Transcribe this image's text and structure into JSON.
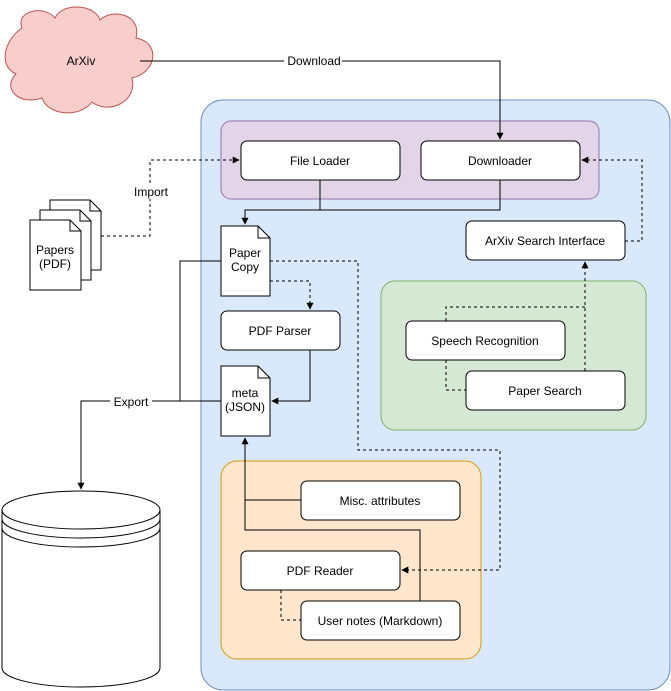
{
  "nodes": {
    "arxiv": "ArXiv",
    "papers_line1": "Papers",
    "papers_line2": "(PDF)",
    "file_loader": "File Loader",
    "downloader": "Downloader",
    "arxiv_search": "ArXiv Search Interface",
    "paper_copy_line1": "Paper",
    "paper_copy_line2": "Copy",
    "pdf_parser": "PDF Parser",
    "meta_line1": "meta",
    "meta_line2": "(JSON)",
    "speech_recognition": "Speech Recognition",
    "paper_search": "Paper Search",
    "misc_attributes": "Misc. attributes",
    "pdf_reader": "PDF Reader",
    "user_notes": "User notes (Markdown)"
  },
  "edges": {
    "download": "Download",
    "import": "Import",
    "export": "Export"
  },
  "colors": {
    "main_bg": "#dae8fc",
    "main_border": "#6c8ebf",
    "loader_bg": "#e1d5e7",
    "loader_border": "#9673a6",
    "speech_bg": "#d5e8d4",
    "speech_border": "#82b366",
    "reader_bg": "#ffe6cc",
    "reader_border": "#d79b00",
    "cloud_bg": "#f8cecc",
    "cloud_border": "#b85450"
  }
}
